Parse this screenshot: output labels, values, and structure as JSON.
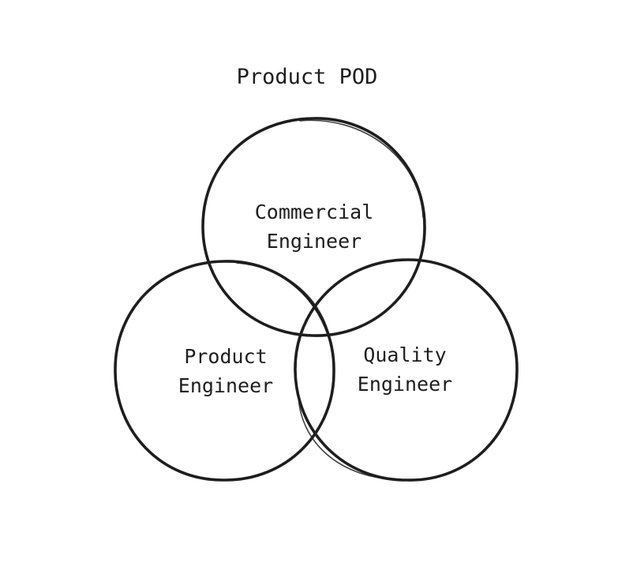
{
  "diagram": {
    "title": "Product POD",
    "stroke_color": "#1e1e1e",
    "text_color": "#1e1e1e",
    "circles": [
      {
        "name": "commercial",
        "line1": "Commercial",
        "line2": "Engineer"
      },
      {
        "name": "product",
        "line1": "Product",
        "line2": "Engineer"
      },
      {
        "name": "quality",
        "line1": "Quality",
        "line2": "Engineer"
      }
    ]
  }
}
